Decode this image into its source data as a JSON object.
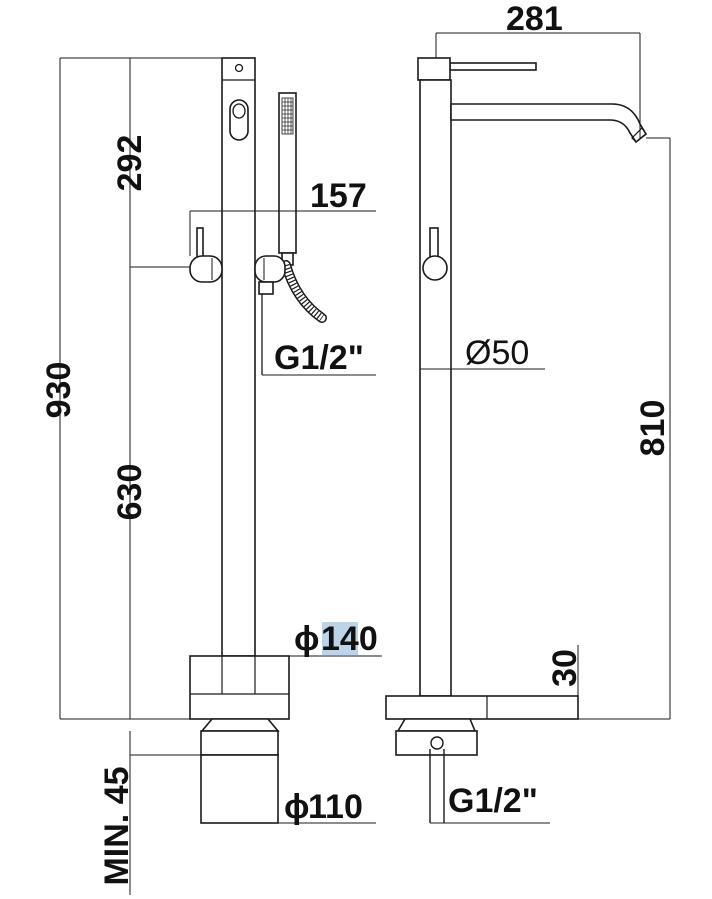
{
  "colors": {
    "line": "#1a1a1a",
    "highlight": "#bcd3e8",
    "background": "#ffffff"
  },
  "dimensions": {
    "front": {
      "total_height": "930",
      "upper_height": "292",
      "lower_height": "630",
      "hand_shower_offset": "157",
      "outlet_thread": "G1/2\"",
      "base_diameter_symbol": "ϕ",
      "base_diameter": "140",
      "sleeve_diameter_symbol": "ϕ",
      "sleeve_diameter": "110",
      "min_depth": "MIN. 45"
    },
    "side": {
      "spout_reach": "281",
      "column_diameter": "Ø50",
      "spout_height": "810",
      "base_height": "30",
      "inlet_thread": "G1/2\""
    }
  }
}
